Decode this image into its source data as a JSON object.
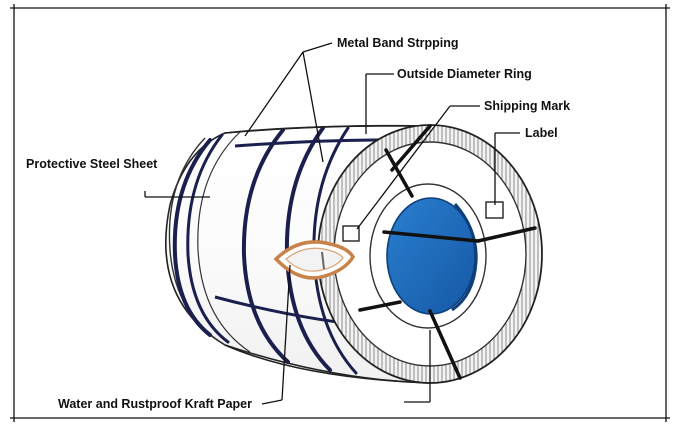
{
  "labels": {
    "metal_band": "Metal Band Strpping",
    "outside_ring": "Outside Diameter Ring",
    "shipping_mark": "Shipping Mark",
    "label": "Label",
    "protective_sheet": "Protective Steel Sheet",
    "kraft_paper": "Water and Rustproof Kraft Paper"
  },
  "colors": {
    "inner_blue": "#1f6fbf",
    "kraft_outline": "#c8834a",
    "band": "#1a1f4d",
    "line": "#111111"
  }
}
